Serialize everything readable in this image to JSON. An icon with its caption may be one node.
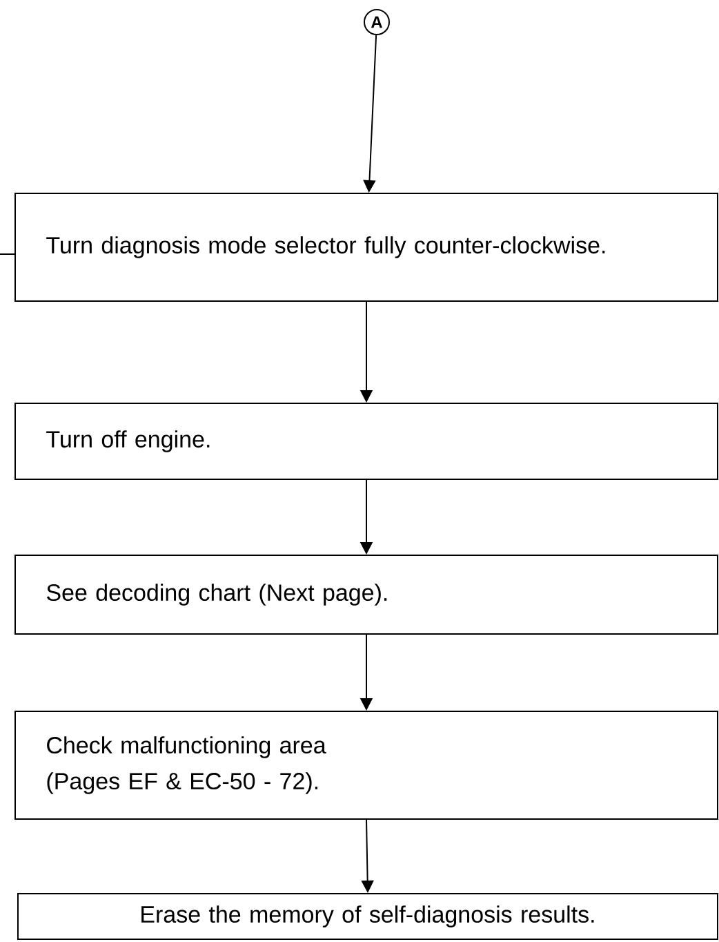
{
  "diagram": {
    "nodes": [
      {
        "text": [
          "A"
        ]
      },
      {
        "text": [
          "Turn diagnosis mode selector fully counter-clockwise."
        ]
      },
      {
        "text": [
          "Turn off engine."
        ]
      },
      {
        "text": [
          "See decoding chart (Next page)."
        ]
      },
      {
        "text": [
          "Check malfunctioning area (Pages EF & EC-50 - 72)."
        ]
      },
      {
        "text": [
          "Erase the memory of self-diagnosis results."
        ]
      }
    ],
    "edges": [
      {
        "from": 0,
        "to": 1,
        "arrow": "to"
      },
      {
        "from": null,
        "to": 1,
        "arrow": "none"
      },
      {
        "from": 1,
        "to": 2,
        "arrow": "to"
      },
      {
        "from": 2,
        "to": 3,
        "arrow": "to"
      },
      {
        "from": 3,
        "to": 4,
        "arrow": "to"
      },
      {
        "from": 4,
        "to": 5,
        "arrow": "to"
      }
    ]
  }
}
